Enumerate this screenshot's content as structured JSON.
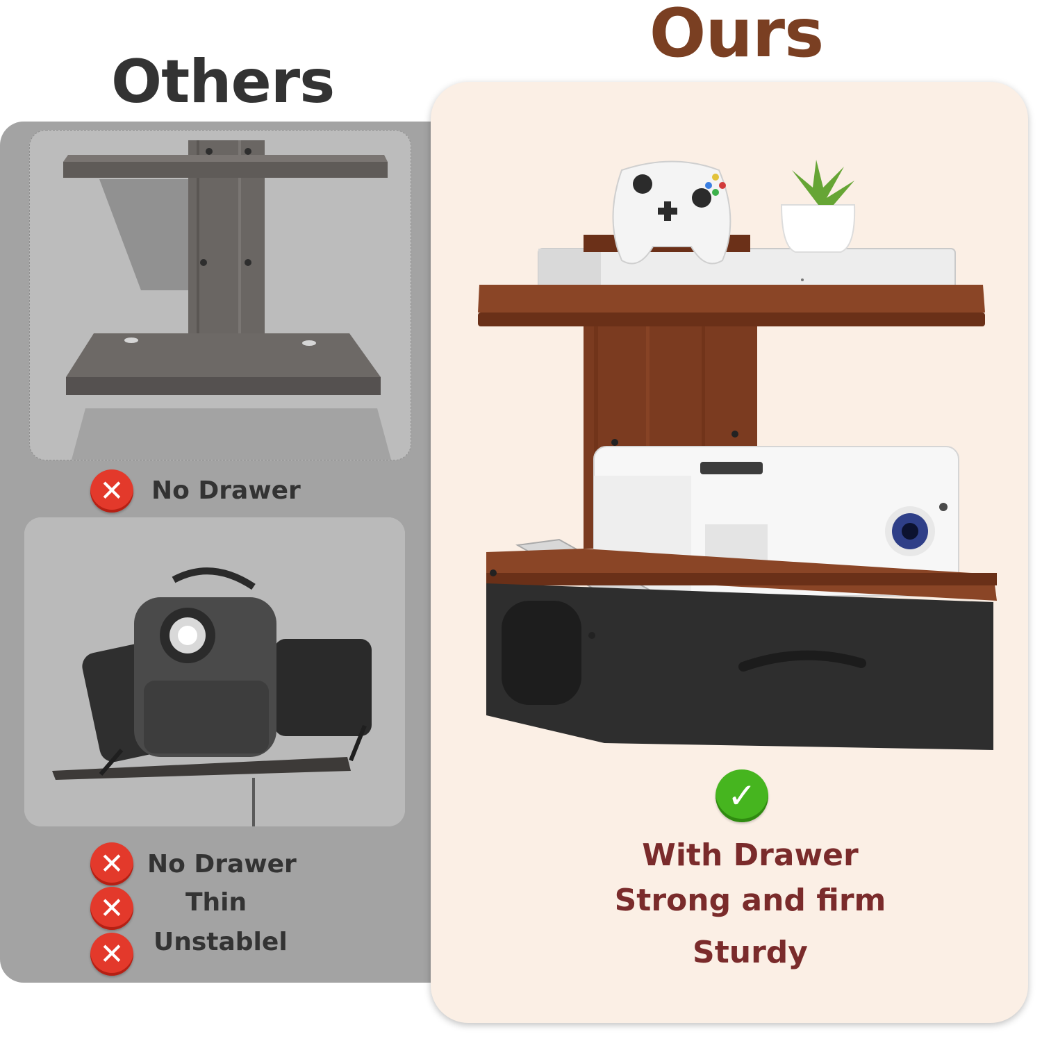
{
  "others": {
    "title": "Others",
    "photo1_cons": [
      "No Drawer"
    ],
    "photo2_cons": [
      "No Drawer",
      "Thin",
      "Unstablel"
    ],
    "cross_icon": "red-x-icon"
  },
  "ours": {
    "title": "Ours",
    "check_icon": "green-check-icon",
    "benefits": [
      "With Drawer",
      "Strong and firm",
      "Sturdy"
    ]
  },
  "colors": {
    "others_title": "#333333",
    "ours_title": "#7a3f22",
    "benefit_text": "#7a2b2b",
    "others_panel": "#a3a3a3",
    "ours_panel": "#fbefe5",
    "cross": "#e3392b",
    "check": "#46b51f",
    "wood": "#7b3b20"
  }
}
